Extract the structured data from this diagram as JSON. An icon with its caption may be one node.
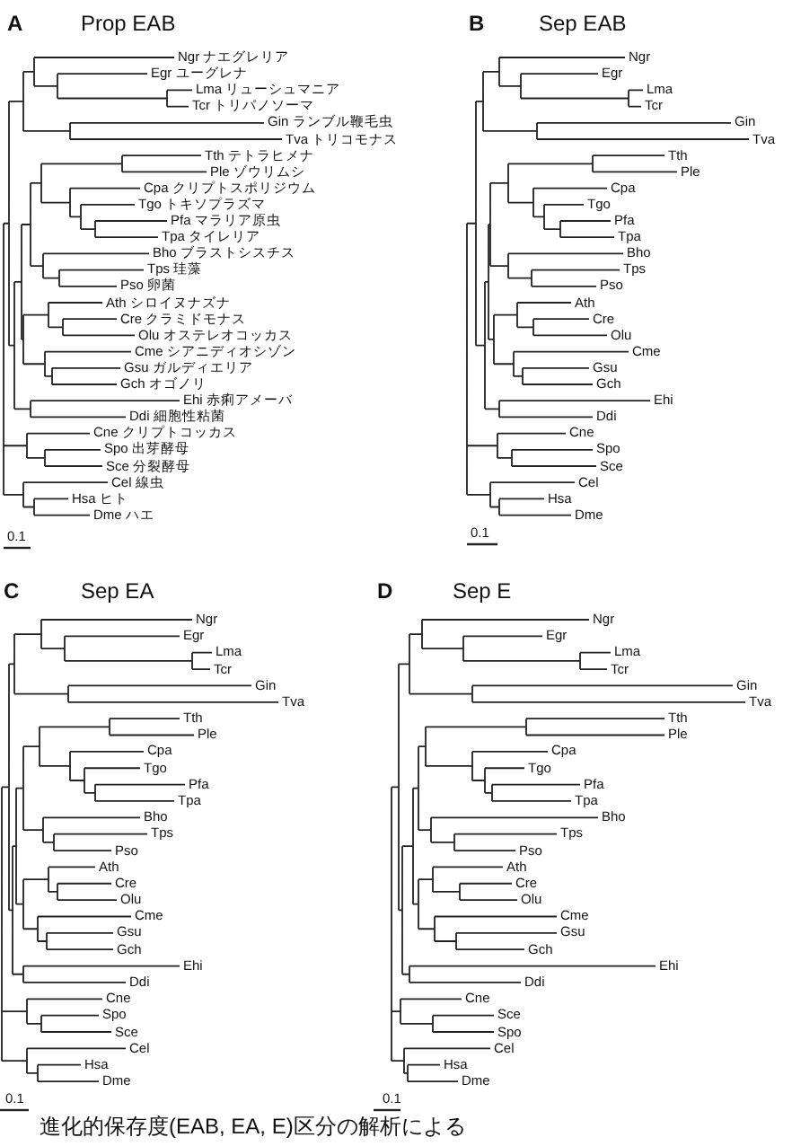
{
  "diagram": {
    "caption": "進化的保存度(EAB, EA, E)区分の解析による",
    "labels": [
      "A",
      "Prop EAB",
      "Ngr ナエグレリア",
      "Egr ユーグレナ",
      "Lma リューシュマニア",
      "Tcr トリパノソーマ",
      "Gin ランブル鞭毛虫",
      "Tva トリコモナス",
      "Tth テトラヒメナ",
      "Ple ゾウリムシ",
      "Cpa クリプトスポリジウム",
      "Tgo トキソプラズマ",
      "Pfa マラリア原虫",
      "Tpa タイレリア",
      "Bho ブラストシスチス",
      "Tps 珪藻",
      "Pso 卵菌",
      "Ath シロイヌナズナ",
      "Cre クラミドモナス",
      "Olu オステレオコッカス",
      "Cme シアニディオシゾン",
      "Gsu ガルディエリア",
      "Gch オゴノリ",
      "Ehi 赤痢アメーバ",
      "Ddi 細胞性粘菌",
      "Cne クリプトコッカス",
      "Spo 出芽酵母",
      "Sce 分裂酵母",
      "Cel 線虫",
      "Hsa ヒト",
      "Dme ハエ",
      "0.1",
      "B",
      "Sep EAB",
      "Ngr",
      "Egr",
      "Lma",
      "Tcr",
      "Gin",
      "Tva",
      "Tth",
      "Ple",
      "Cpa",
      "Tgo",
      "Pfa",
      "Tpa",
      "Bho",
      "Tps",
      "Pso",
      "Ath",
      "Cre",
      "Olu",
      "Cme",
      "Gsu",
      "Gch",
      "Ehi",
      "Ddi",
      "Cne",
      "Spo",
      "Sce",
      "Cel",
      "Hsa",
      "Dme",
      "0.1",
      "C",
      "Sep EA",
      "Ngr",
      "Egr",
      "Lma",
      "Tcr",
      "Gin",
      "Tva",
      "Tth",
      "Ple",
      "Cpa",
      "Tgo",
      "Pfa",
      "Tpa",
      "Bho",
      "Tps",
      "Pso",
      "Ath",
      "Cre",
      "Olu",
      "Cme",
      "Gsu",
      "Gch",
      "Ehi",
      "Ddi",
      "Cne",
      "Spo",
      "Sce",
      "Cel",
      "Hsa",
      "Dme",
      "0.1",
      "D",
      "Sep E",
      "Ngr",
      "Egr",
      "Lma",
      "Tcr",
      "Gin",
      "Tva",
      "Tth",
      "Ple",
      "Cpa",
      "Tgo",
      "Pfa",
      "Tpa",
      "Bho",
      "Tps",
      "Pso",
      "Ath",
      "Cre",
      "Olu",
      "Cme",
      "Gsu",
      "Gch",
      "Ehi",
      "Ddi",
      "Cne",
      "Sce",
      "Spo",
      "Cel",
      "Hsa",
      "Dme",
      "0.1"
    ]
  }
}
